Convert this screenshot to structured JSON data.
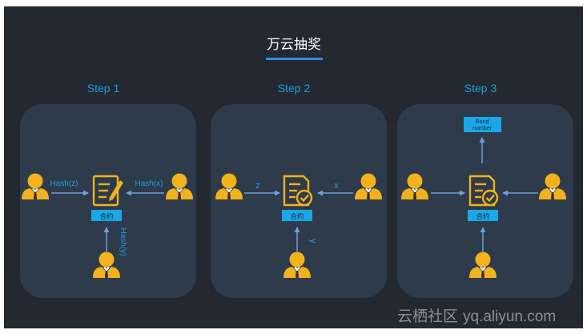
{
  "title": "万云抽奖",
  "colors": {
    "background": "#232831",
    "panel": "#2d3b4b",
    "accent": "#1e9ee0",
    "title_underline": "#2f8fe0",
    "person": "#f2b21b",
    "arrow": "#6fa0d6",
    "contract_box": "#f2b21b",
    "label_box": "#1aa7e8",
    "watermark": "#9aa3ad"
  },
  "steps": [
    {
      "label": "Step 1",
      "contract_label": "合约",
      "arrows": {
        "left": "Hash(z)",
        "right": "Hash(x)",
        "bottom": "Hash(y)"
      },
      "contract_icon": "document-edit-icon"
    },
    {
      "label": "Step 2",
      "contract_label": "合约",
      "arrows": {
        "left": "z",
        "right": "x",
        "bottom": "y"
      },
      "contract_icon": "document-check-icon"
    },
    {
      "label": "Step 3",
      "contract_label": "合约",
      "output_label_lines": [
        "Rand",
        "number"
      ],
      "contract_icon": "document-check-icon"
    }
  ],
  "watermark": {
    "cn": "云栖社区",
    "url": "yq.aliyun.com"
  }
}
